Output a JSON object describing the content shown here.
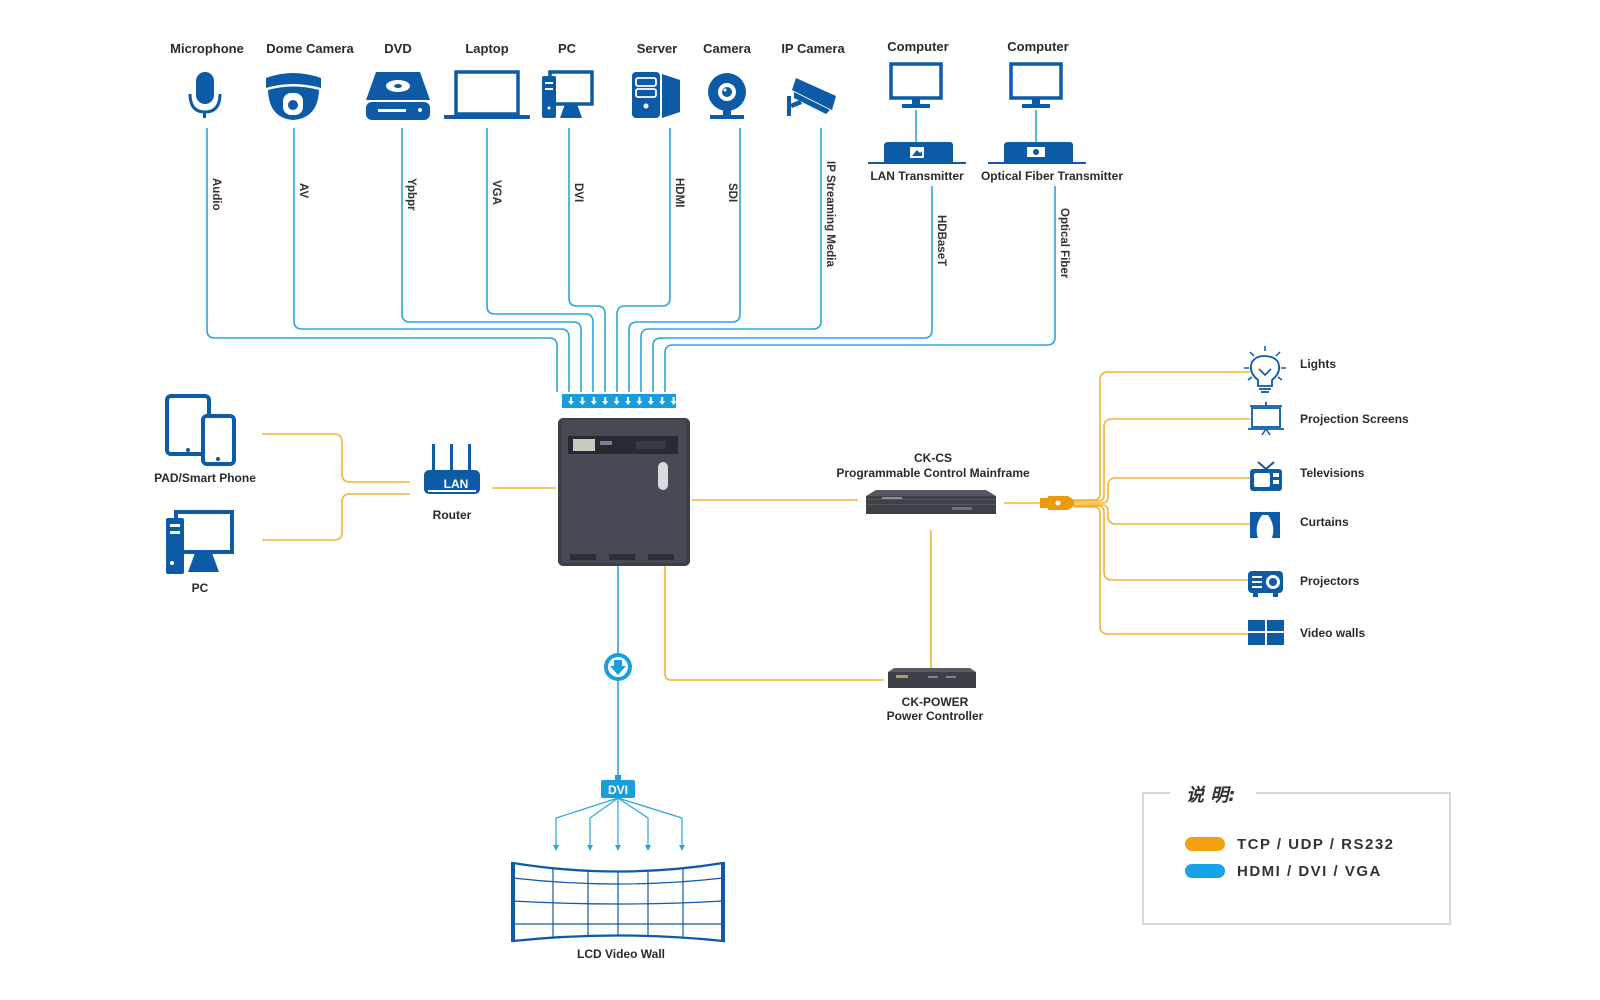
{
  "colors": {
    "control_line": "#f2b431",
    "signal_line": "#2aa5d8",
    "icon_blue": "#0d5aa7",
    "device_dark": "#3b3f48"
  },
  "sources": [
    {
      "name": "Microphone",
      "icon": "microphone-icon",
      "signal": "Audio"
    },
    {
      "name": "Dome Camera",
      "icon": "dome-camera-icon",
      "signal": "AV"
    },
    {
      "name": "DVD",
      "icon": "dvd-icon",
      "signal": "Ypbpr"
    },
    {
      "name": "Laptop",
      "icon": "laptop-icon",
      "signal": "VGA"
    },
    {
      "name": "PC",
      "icon": "pc-icon",
      "signal": "DVI"
    },
    {
      "name": "Server",
      "icon": "server-icon",
      "signal": "HDMI"
    },
    {
      "name": "Camera",
      "icon": "webcam-icon",
      "signal": "SDI"
    },
    {
      "name": "IP Camera",
      "icon": "ip-camera-icon",
      "signal": "IP Streaming Media"
    },
    {
      "name": "Computer",
      "icon": "monitor-icon",
      "transmitter": "LAN Transmitter",
      "signal": "HDBaseT"
    },
    {
      "name": "Computer",
      "icon": "monitor-icon",
      "transmitter": "Optical Fiber Transmitter",
      "signal": "Optical Fiber"
    }
  ],
  "left_devices": {
    "pad": "PAD/Smart Phone",
    "pc": "PC",
    "router": "Router",
    "router_badge": "LAN"
  },
  "controller": {
    "cs_model": "CK-CS",
    "cs_name": "Programmable Control Mainframe",
    "power_model": "CK-POWER",
    "power_name": "Power Controller"
  },
  "outputs": [
    {
      "name": "Lights",
      "icon": "light-bulb-icon"
    },
    {
      "name": "Projection Screens",
      "icon": "projection-screen-icon"
    },
    {
      "name": "Televisions",
      "icon": "television-icon"
    },
    {
      "name": "Curtains",
      "icon": "curtains-icon"
    },
    {
      "name": "Projectors",
      "icon": "projector-icon"
    },
    {
      "name": "Video walls",
      "icon": "video-wall-icon"
    }
  ],
  "display": {
    "splitter_label": "DVI",
    "wall_label": "LCD Video Wall"
  },
  "legend": {
    "title": "说 明:",
    "items": [
      {
        "label": "TCP / UDP / RS232",
        "color": "#f2a10f"
      },
      {
        "label": "HDMI / DVI / VGA",
        "color": "#17a3e6"
      }
    ]
  }
}
